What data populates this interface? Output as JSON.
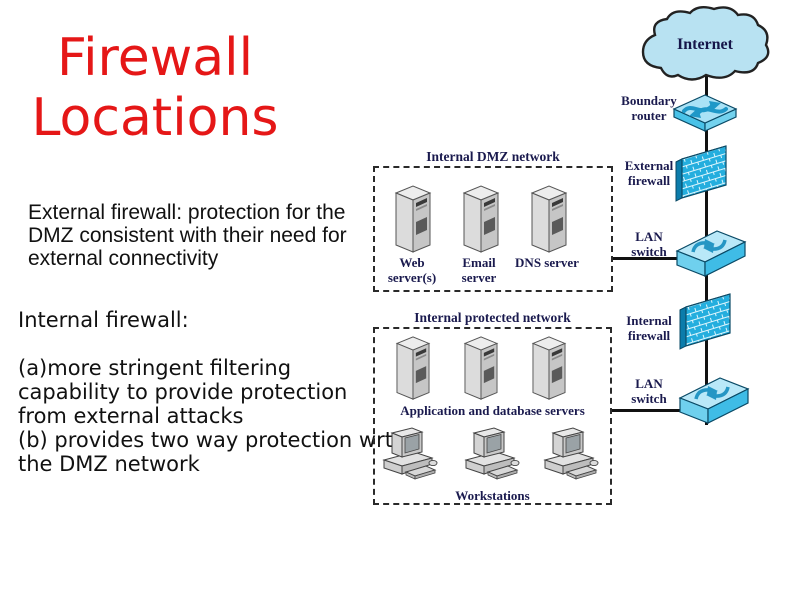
{
  "title": {
    "line1": "Firewall",
    "line2": "Locations",
    "color": "#e51717"
  },
  "body": {
    "external_note": "External firewall: protection for the DMZ consistent with their need for external connectivity",
    "internal_heading": "Internal firewall:",
    "internal_point_a": "(a)more stringent filtering capability to provide protection from external attacks",
    "internal_point_b": "(b) provides two way protection wrt the DMZ network"
  },
  "diagram": {
    "internet_label": "Internet",
    "device_labels": {
      "boundary_router": "Boundary router",
      "external_firewall": "External firewall",
      "lan_switch_upper": "LAN switch",
      "internal_firewall": "Internal firewall",
      "lan_switch_lower": "LAN switch"
    },
    "dmz_network": {
      "title": "Internal DMZ network",
      "servers": [
        "Web server(s)",
        "Email server",
        "DNS server"
      ]
    },
    "protected_network": {
      "title": "Internal protected network",
      "servers_caption": "Application and database servers",
      "workstations_caption": "Workstations"
    },
    "colors": {
      "cloud_fill": "#b8e2f2",
      "device_top": "#a9e2f6",
      "device_side": "#49c2e8",
      "brick_fill": "#24aede",
      "label_text": "#1a1a4e"
    }
  }
}
